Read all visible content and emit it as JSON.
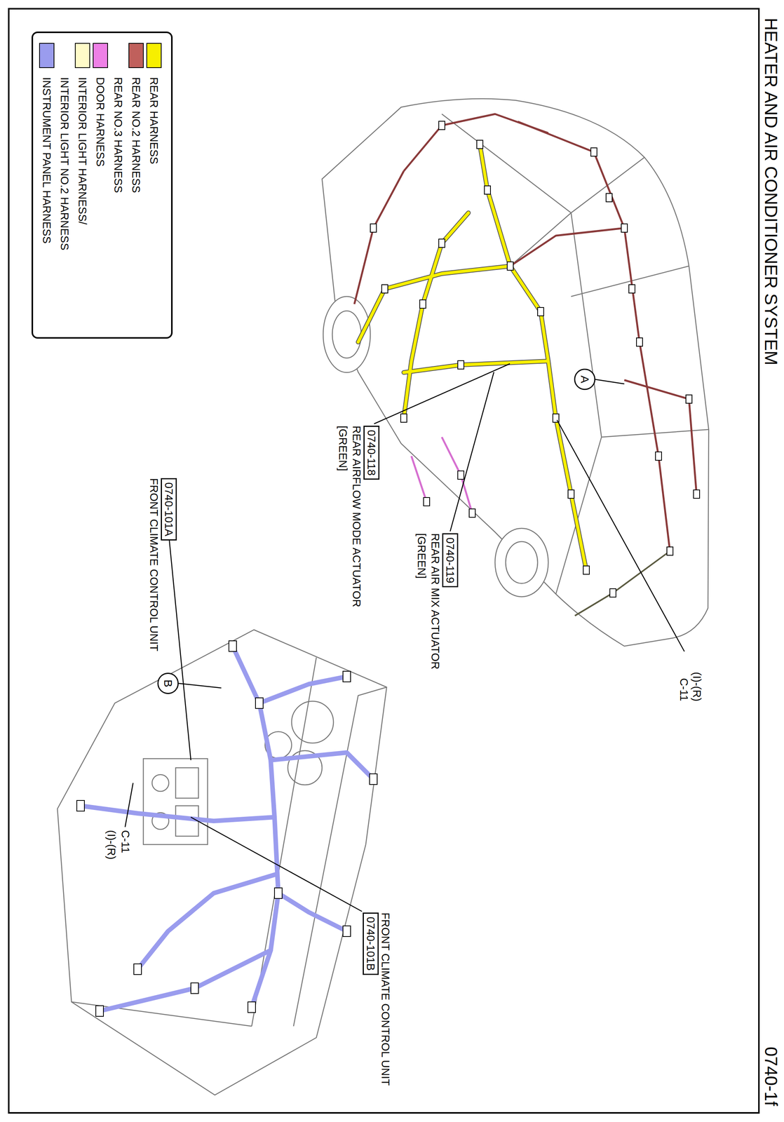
{
  "diagram": {
    "title": "HEATER AND AIR CONDITIONER SYSTEM",
    "nodes": [
      {
        "text": [
          "0740-118",
          "REAR AIRFLOW MODE ACTUATOR",
          "[GREEN]"
        ]
      },
      {
        "text": [
          "0740-119",
          "REAR AIR MIX ACTUATOR",
          "[GREEN]"
        ]
      },
      {
        "text": [
          "0740-101A",
          "FRONT CLIMATE CONTROL UNIT"
        ]
      },
      {
        "text": [
          "0740-101B",
          "FRONT CLIMATE CONTROL UNIT"
        ]
      },
      {
        "text": [
          "A"
        ]
      },
      {
        "text": [
          "B"
        ]
      }
    ],
    "labels": [
      "(I)-(R)",
      "C-11",
      "C-11",
      "(I)-(R)",
      "0740-1f"
    ],
    "legend": [
      {
        "text": "REAR HARNESS",
        "color": "#f7ef00"
      },
      {
        "text": "REAR NO.2 HARNESS REAR NO.3 HARNESS",
        "color": "#c0605c"
      },
      {
        "text": "DOOR HARNESS",
        "color": "#ee80e6"
      },
      {
        "text": "INTERIOR LIGHT HARNESS/ INTERIOR LIGHT NO.2 HARNESS",
        "color": "#fffbc8"
      },
      {
        "text": "INSTRUMENT PANEL HARNESS",
        "color": "#9a9cee"
      }
    ]
  }
}
